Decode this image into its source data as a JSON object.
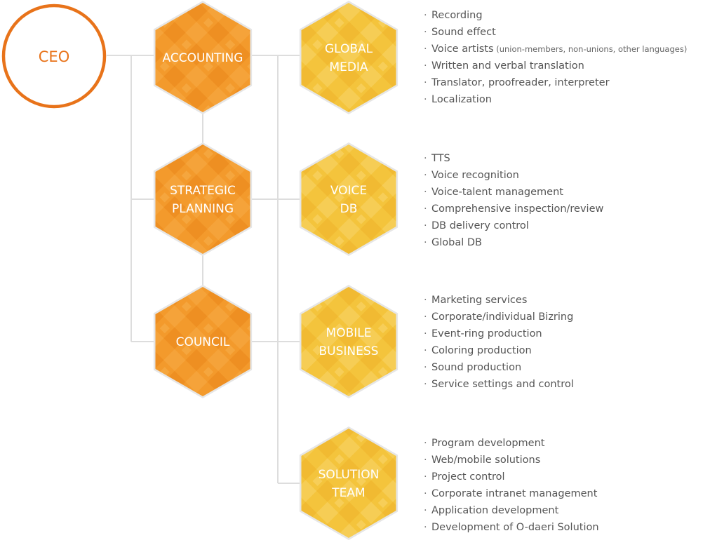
{
  "colors": {
    "orange": "#f39a2c",
    "orange_dark": "#ec8a1c",
    "yellow": "#f4c43c",
    "yellow_dark": "#f0b630",
    "ceo_ring": "#e8731a",
    "connector": "#dddddd",
    "hex_border": "#e6e6e6",
    "text": "#555555"
  },
  "ceo": {
    "label": "CEO"
  },
  "support_units": [
    {
      "id": "accounting",
      "lines": [
        "ACCOUNTING"
      ]
    },
    {
      "id": "strategic-planning",
      "lines": [
        "STRATEGIC",
        "PLANNING"
      ]
    },
    {
      "id": "council",
      "lines": [
        "COUNCIL"
      ]
    }
  ],
  "business_units": [
    {
      "id": "global-media",
      "lines": [
        "GLOBAL",
        "MEDIA"
      ],
      "duties": [
        {
          "text": "Recording"
        },
        {
          "text": "Sound effect"
        },
        {
          "text": "Voice artists",
          "note": "(union-members,  non-unions, other languages)"
        },
        {
          "text": "Written and verbal translation"
        },
        {
          "text": "Translator, proofreader, interpreter"
        },
        {
          "text": "Localization"
        }
      ]
    },
    {
      "id": "voice-db",
      "lines": [
        "VOICE",
        "DB"
      ],
      "duties": [
        {
          "text": "TTS"
        },
        {
          "text": "Voice recognition"
        },
        {
          "text": "Voice-talent management"
        },
        {
          "text": "Comprehensive inspection/review"
        },
        {
          "text": "DB delivery control"
        },
        {
          "text": "Global DB"
        }
      ]
    },
    {
      "id": "mobile-business",
      "lines": [
        "MOBILE",
        "BUSINESS"
      ],
      "duties": [
        {
          "text": "Marketing services"
        },
        {
          "text": "Corporate/individual Bizring"
        },
        {
          "text": "Event-ring production"
        },
        {
          "text": "Coloring production"
        },
        {
          "text": "Sound production"
        },
        {
          "text": "Service settings and control"
        }
      ]
    },
    {
      "id": "solution-team",
      "lines": [
        "SOLUTION",
        "TEAM"
      ],
      "duties": [
        {
          "text": "Program development"
        },
        {
          "text": "Web/mobile solutions"
        },
        {
          "text": "Project control"
        },
        {
          "text": "Corporate intranet management"
        },
        {
          "text": "Application development"
        },
        {
          "text": "Development of O-daeri Solution"
        }
      ]
    }
  ]
}
